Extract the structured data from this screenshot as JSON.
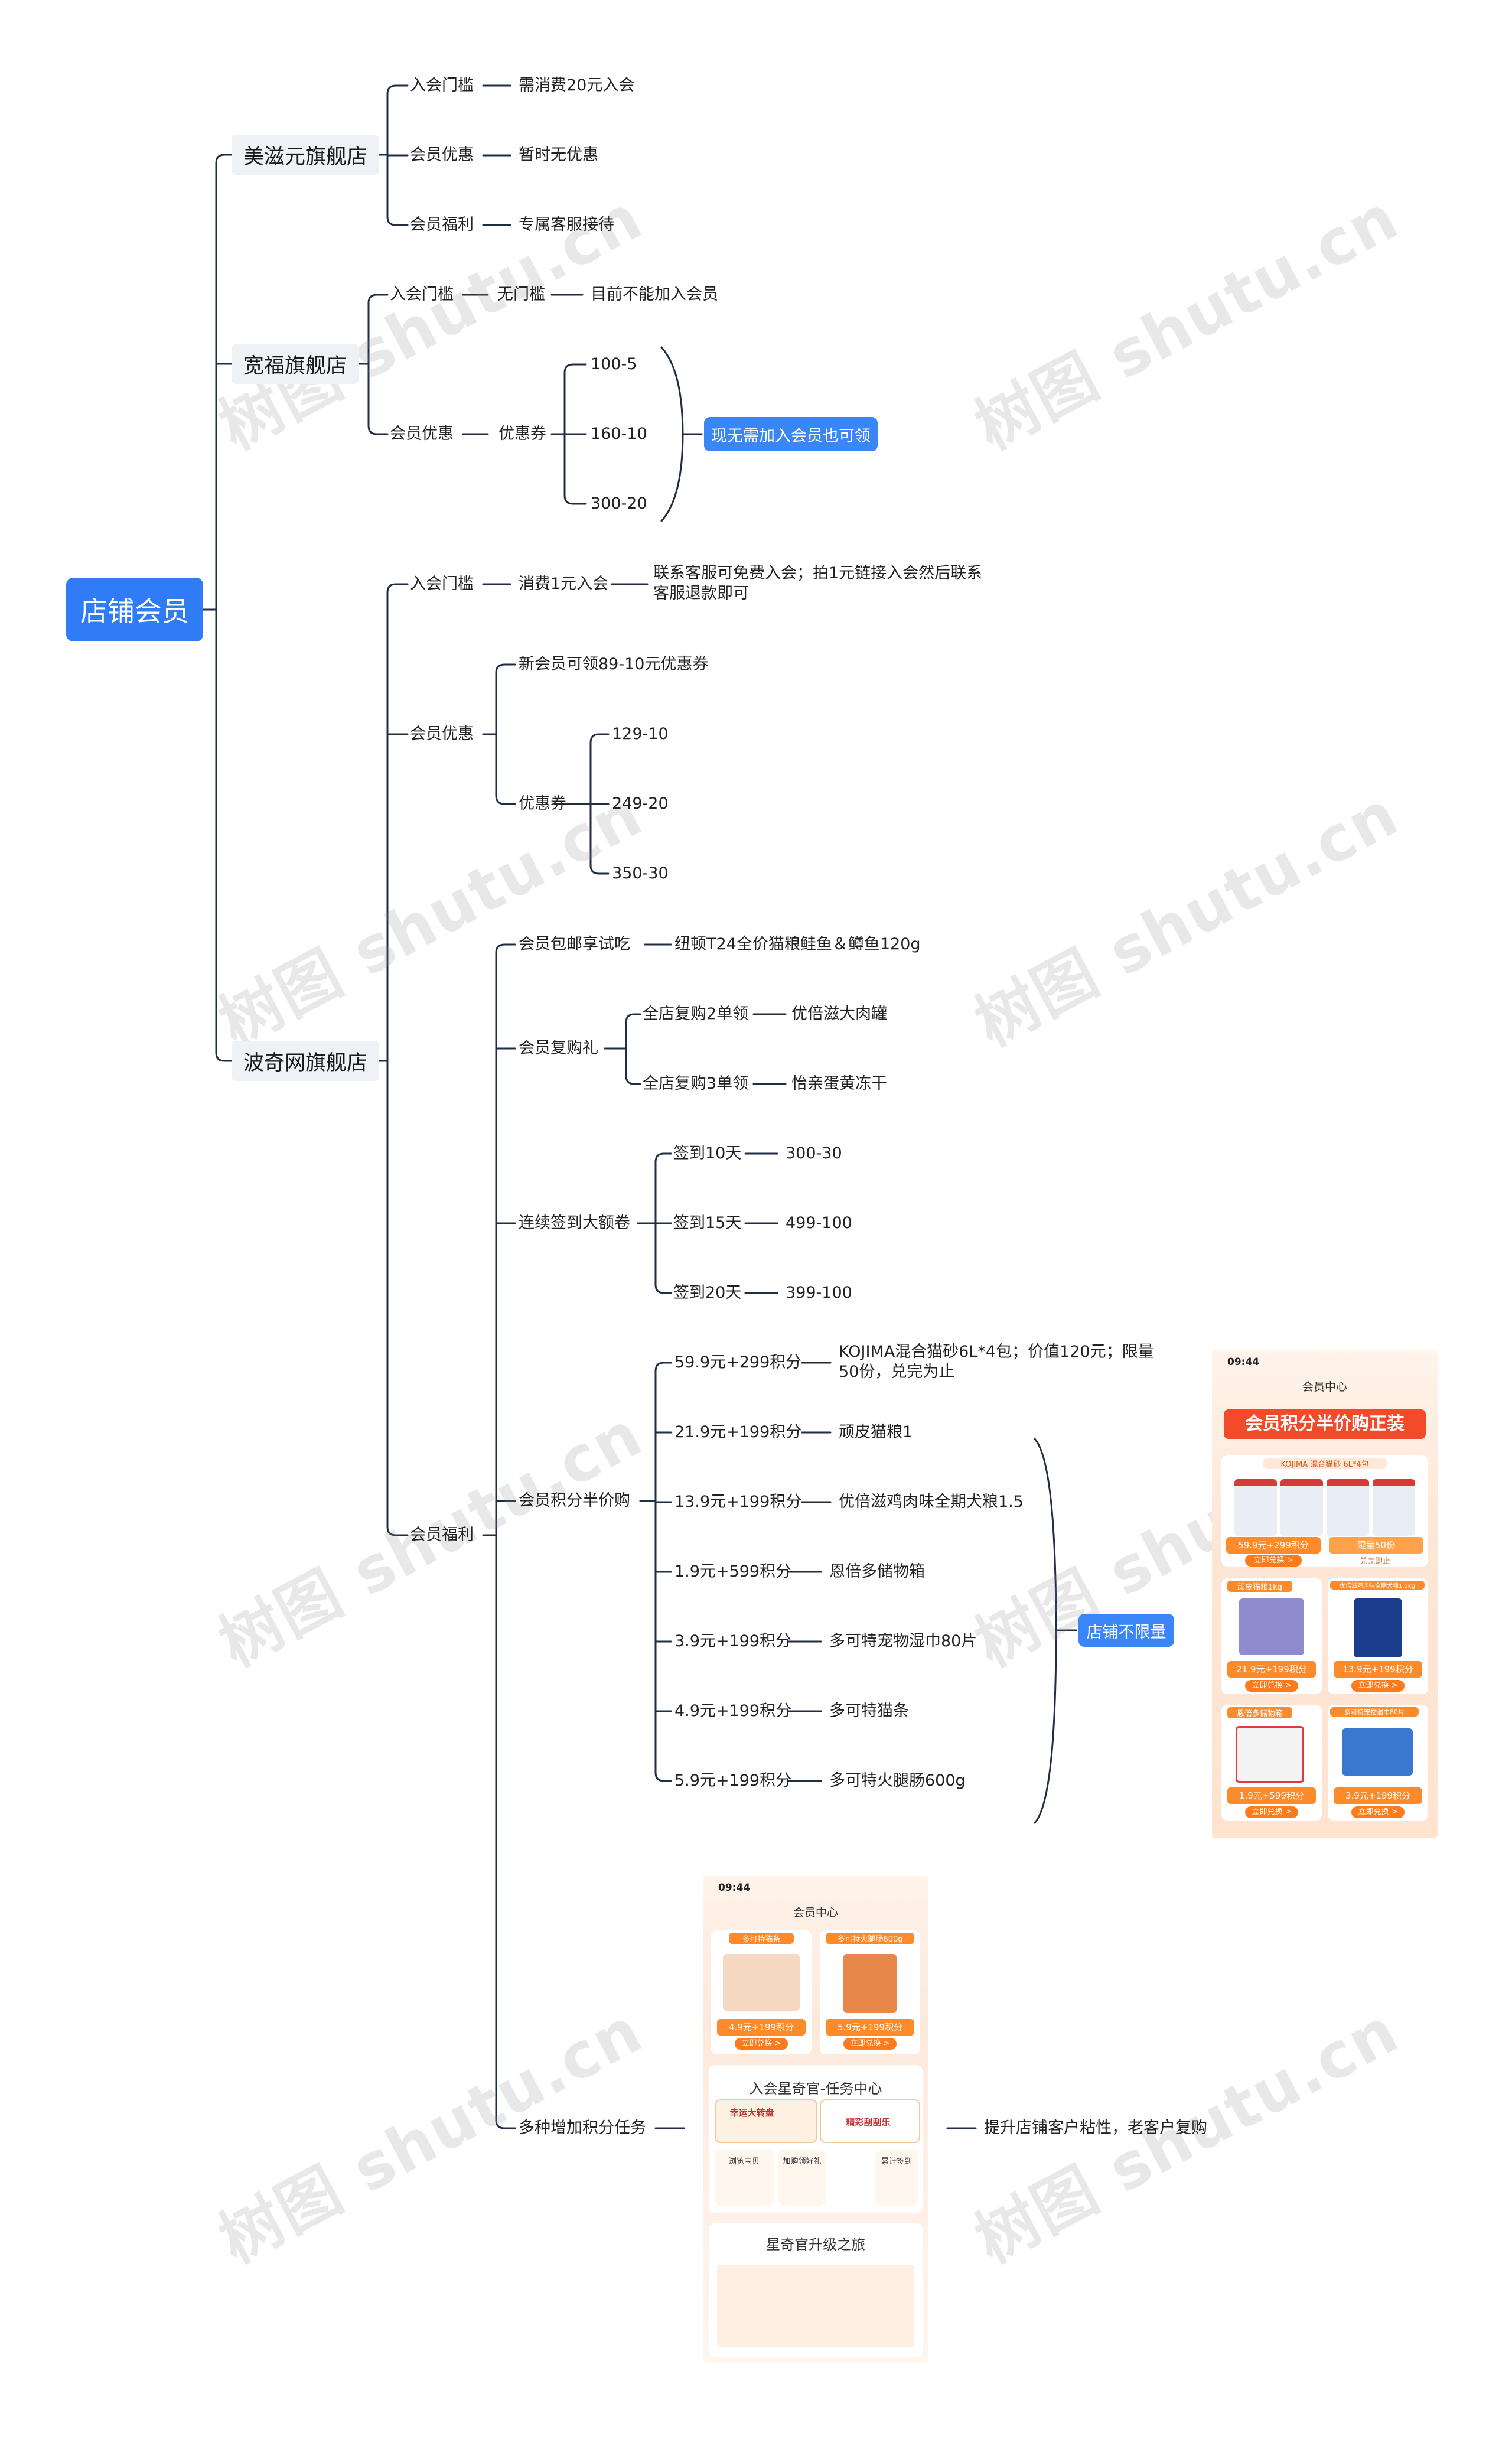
{
  "root": "店铺会员",
  "stores": [
    {
      "name": "美滋元旗舰店",
      "items": [
        {
          "label": "入会门槛",
          "value": "需消费20元入会"
        },
        {
          "label": "会员优惠",
          "value": "暂时无优惠"
        },
        {
          "label": "会员福利",
          "value": "专属客服接待"
        }
      ]
    },
    {
      "name": "宽福旗舰店",
      "threshold": {
        "label": "入会门槛",
        "mid": "无门槛",
        "value": "目前不能加入会员"
      },
      "discount": {
        "label": "会员优惠",
        "mid": "优惠券",
        "coupons": [
          "100-5",
          "160-10",
          "300-20"
        ],
        "note": "现无需加入会员也可领"
      }
    },
    {
      "name": "波奇网旗舰店",
      "threshold": {
        "label": "入会门槛",
        "mid": "消费1元入会",
        "value": "联系客服可免费入会；拍1元链接入会然后联系客服退款即可"
      },
      "discount": {
        "label": "会员优惠",
        "new": "新会员可领89-10元优惠券",
        "mid": "优惠券",
        "coupons": [
          "129-10",
          "249-20",
          "350-30"
        ]
      },
      "welfare": {
        "label": "会员福利",
        "trial": {
          "label": "会员包邮享试吃",
          "value": "纽顿T24全价猫粮鲑鱼＆鳟鱼120g"
        },
        "repurchase": {
          "label": "会员复购礼",
          "items": [
            {
              "cond": "全店复购2单领",
              "gift": "优倍滋大肉罐"
            },
            {
              "cond": "全店复购3单领",
              "gift": "怡亲蛋黄冻干"
            }
          ]
        },
        "signin": {
          "label": "连续签到大额卷",
          "items": [
            {
              "cond": "签到10天",
              "value": "300-30"
            },
            {
              "cond": "签到15天",
              "value": "499-100"
            },
            {
              "cond": "签到20天",
              "value": "399-100"
            }
          ]
        },
        "points": {
          "label": "会员积分半价购",
          "note": "店铺不限量",
          "items": [
            {
              "price": "59.9元+299积分",
              "item": "KOJIMA混合猫砂6L*4包；价值120元；限量50份，兑完为止"
            },
            {
              "price": "21.9元+199积分",
              "item": "顽皮猫粮1"
            },
            {
              "price": "13.9元+199积分",
              "item": "优倍滋鸡肉味全期犬粮1.5"
            },
            {
              "price": "1.9元+599积分",
              "item": "恩倍多储物箱"
            },
            {
              "price": "3.9元+199积分",
              "item": "多可特宠物湿巾80片"
            },
            {
              "price": "4.9元+199积分",
              "item": "多可特猫条"
            },
            {
              "price": "5.9元+199积分",
              "item": "多可特火腿肠600g"
            }
          ]
        },
        "tasks": {
          "label": "多种增加积分任务",
          "value": "提升店铺客户粘性，老客户复购"
        }
      }
    }
  ],
  "watermark": "树图 shutu.cn",
  "phone1": {
    "time": "09:44",
    "title": "会员中心",
    "banner": "会员积分半价购正装",
    "card1_tag": "KOJIMA 混合猫砂 6L*4包",
    "card1_price": "59.9元+299积分",
    "card1_right": "限量50份",
    "card1_right2": "兑完即止",
    "btn": "立即兑换 >",
    "card2_tag": "顽皮猫粮1kg",
    "card2_price": "21.9元+199积分",
    "card3_tag": "优倍滋鸡肉味全期犬粮1.5kg",
    "card3_price": "13.9元+199积分",
    "card4_tag": "恩倍多储物箱",
    "card4_price": "1.9元+599积分",
    "card5_tag": "多可特宠物湿巾80片",
    "card5_price": "3.9元+199积分"
  },
  "phone2": {
    "time": "09:44",
    "title": "会员中心",
    "card1_tag": "多可特猫条",
    "card1_price": "4.9元+199积分",
    "card2_tag": "多可特火腿肠600g",
    "card2_price": "5.9元+199积分",
    "btn": "立即兑换 >",
    "task_title": "入会星奇官-任务中心",
    "task1": "幸运大转盘",
    "task2": "精彩刮刮乐",
    "task3": "浏览宝贝",
    "task4": "加购领好礼",
    "task5": "累计签到",
    "upgrade_title": "星奇官升级之旅"
  }
}
